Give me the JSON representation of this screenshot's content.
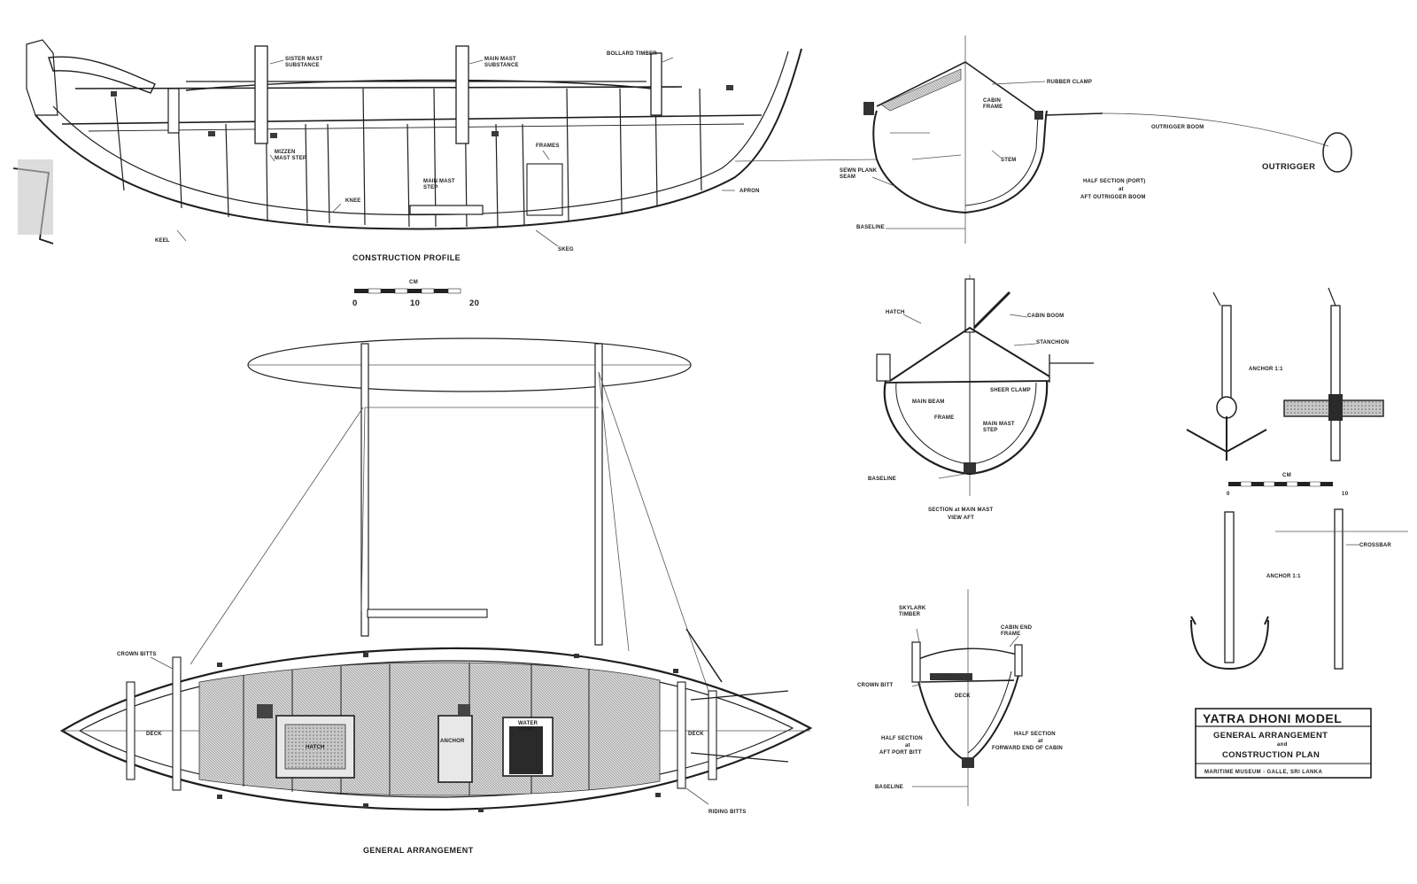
{
  "title_block": {
    "title": "YATRA DHONI MODEL",
    "line1": "GENERAL ARRANGEMENT",
    "line2": "and",
    "line3": "CONSTRUCTION PLAN",
    "footer": "MARITIME MUSEUM - GALLE, SRI LANKA"
  },
  "construction_profile": {
    "caption": "CONSTRUCTION PROFILE",
    "labels": {
      "bollard_timber": "BOLLARD TIMBER",
      "sister_mast": "SISTER MAST\nSUBSTANCE",
      "main_mast": "MAIN MAST\nSUBSTANCE",
      "mizzen_step": "MIZZEN\nMAST STEP",
      "main_step": "MAIN MAST\nSTEP",
      "frames": "FRAMES",
      "keel": "KEEL",
      "knee": "KNEE",
      "apron": "APRON",
      "stern": "SKEG"
    }
  },
  "scale_bar": {
    "unit": "CM",
    "ticks": [
      "0",
      "10",
      "20"
    ]
  },
  "anchor_scale_bar": {
    "unit": "CM",
    "ticks": [
      "0",
      "10"
    ]
  },
  "half_section_top": {
    "caption_line1": "HALF SECTION (PORT)",
    "caption_line2": "at",
    "caption_line3": "AFT OUTRIGGER BOOM",
    "labels": {
      "rubbing_strake": "RUBBER CLAMP",
      "cabin_frame": "CABIN\nFRAME",
      "outrigger_boom": "OUTRIGGER BOOM",
      "outrigger": "OUTRIGGER",
      "stem": "STEM",
      "sewn_planking": "SEWN PLANK\nSEAM",
      "baseline": "BASELINE"
    }
  },
  "section_main_mast": {
    "caption_line1": "SECTION at MAIN MAST",
    "caption_line2": "VIEW AFT",
    "labels": {
      "hatch": "HATCH",
      "cabin_boom": "CABIN BOOM",
      "stanchion": "STANCHION",
      "sheer_clamp": "SHEER CLAMP",
      "main_beam": "MAIN BEAM",
      "frame": "FRAME",
      "main_mast_step": "MAIN MAST\nSTEP",
      "baseline": "BASELINE"
    }
  },
  "half_sections_bottom": {
    "left_caption_line1": "HALF SECTION",
    "left_caption_line2": "at",
    "left_caption_line3": "AFT PORT BITT",
    "right_caption_line1": "HALF SECTION",
    "right_caption_line2": "at",
    "right_caption_line3": "FORWARD END OF CABIN",
    "labels": {
      "skylark_timber": "SKYLARK\nTIMBER",
      "cabin_end_frame": "CABIN END\nFRAME",
      "crown_bitt": "CROWN BITT",
      "deck": "DECK",
      "baseline": "BASELINE"
    }
  },
  "anchor_views": {
    "anchor_label_top": "ANCHOR 1:1",
    "anchor_label_bottom": "ANCHOR 1:1",
    "crossbar_label": "CROSSBAR"
  },
  "general_arrangement": {
    "caption": "GENERAL ARRANGEMENT",
    "labels": {
      "crown_bitts": "CROWN BITTS",
      "deck_fwd": "DECK",
      "deck_aft": "DECK",
      "hatch": "HATCH",
      "anchor": "ANCHOR",
      "water_tank": "WATER\nTANK",
      "riding_bitts": "RIDING BITTS"
    }
  }
}
